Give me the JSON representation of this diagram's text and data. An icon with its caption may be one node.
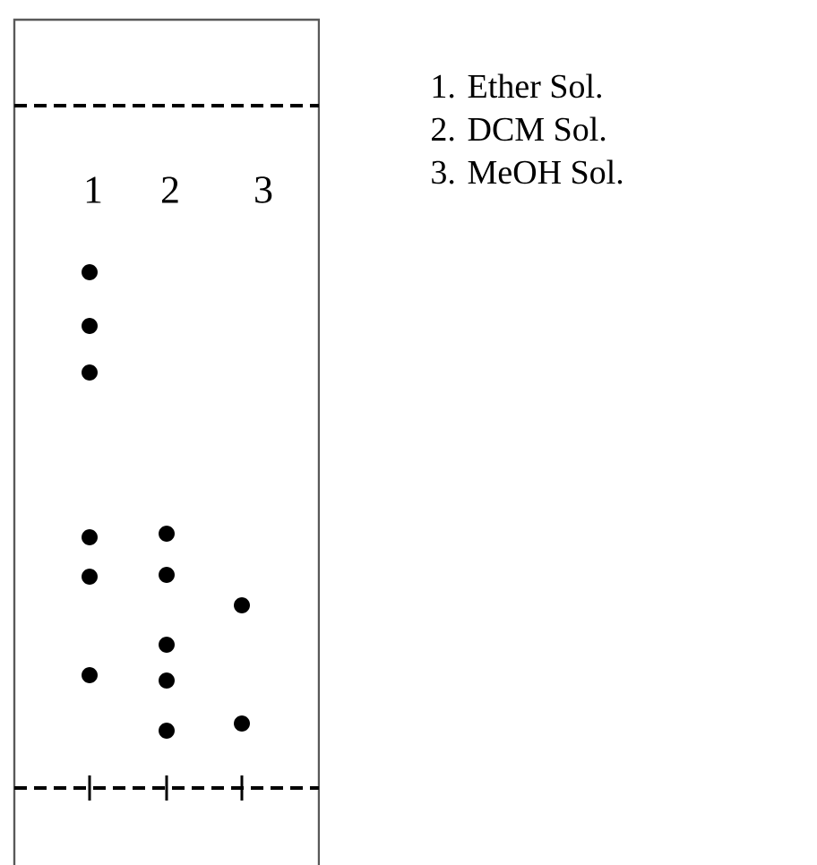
{
  "diagram": {
    "labels": [
      "1",
      "2",
      "3",
      "1. Ether Sol.",
      "2. DCM Sol.",
      "3. MeOH Sol."
    ]
  }
}
